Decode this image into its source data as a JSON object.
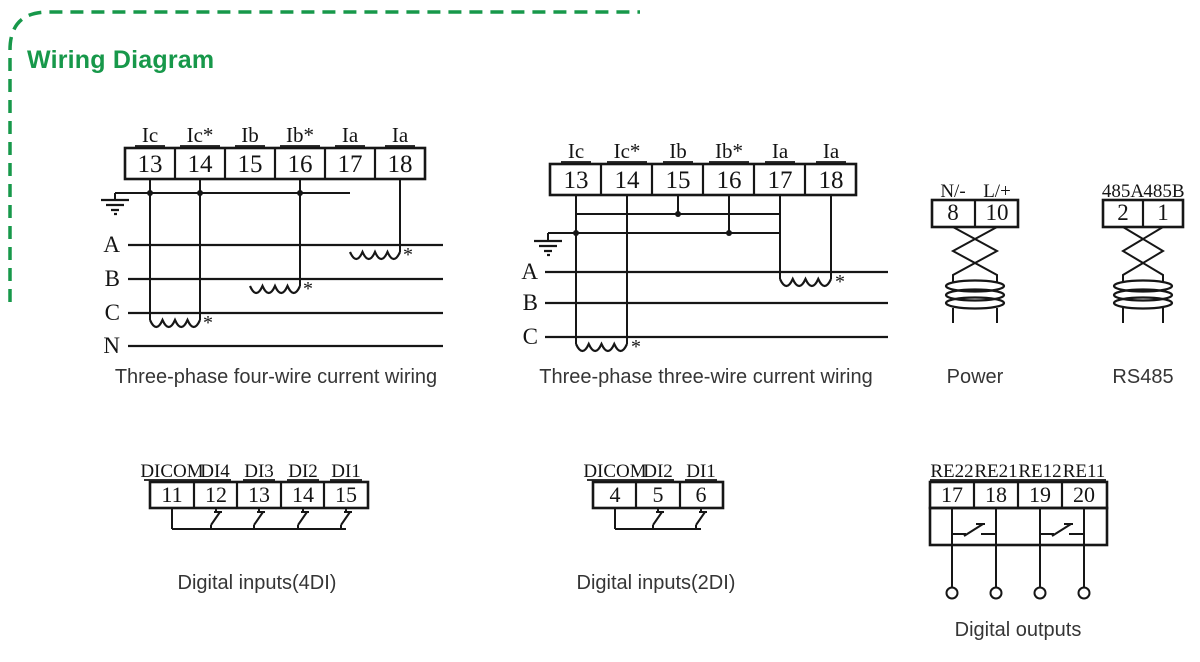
{
  "title": "Wiring Diagram",
  "colors": {
    "accent_green": "#17984a",
    "line": "#161616",
    "caption_text": "#353535"
  },
  "sym": {
    "asterisk": "*"
  },
  "diagrams": {
    "four_wire": {
      "caption": "Three-phase four-wire current wiring",
      "terminal_labels": [
        "Ic",
        "Ic*",
        "Ib",
        "Ib*",
        "Ia",
        "Ia"
      ],
      "terminals": [
        "13",
        "14",
        "15",
        "16",
        "17",
        "18"
      ],
      "phase_labels": [
        "A",
        "B",
        "C",
        "N"
      ]
    },
    "three_wire": {
      "caption": "Three-phase three-wire current wiring",
      "terminal_labels": [
        "Ic",
        "Ic*",
        "Ib",
        "Ib*",
        "Ia",
        "Ia"
      ],
      "terminals": [
        "13",
        "14",
        "15",
        "16",
        "17",
        "18"
      ],
      "phase_labels": [
        "A",
        "B",
        "C"
      ]
    },
    "power": {
      "caption": "Power",
      "terminal_labels": [
        "N/-",
        "L/+"
      ],
      "terminals": [
        "8",
        "10"
      ]
    },
    "rs485": {
      "caption": "RS485",
      "terminal_labels": [
        "485A",
        "485B"
      ],
      "terminals": [
        "2",
        "1"
      ]
    },
    "di4": {
      "caption": "Digital inputs(4DI)",
      "terminal_labels": [
        "DICOM",
        "DI4",
        "DI3",
        "DI2",
        "DI1"
      ],
      "terminals": [
        "11",
        "12",
        "13",
        "14",
        "15"
      ]
    },
    "di2": {
      "caption": "Digital inputs(2DI)",
      "terminal_labels": [
        "DICOM",
        "DI2",
        "DI1"
      ],
      "terminals": [
        "4",
        "5",
        "6"
      ]
    },
    "douts": {
      "caption": "Digital outputs",
      "terminal_labels": [
        "RE22",
        "RE21",
        "RE12",
        "RE11"
      ],
      "terminals": [
        "17",
        "18",
        "19",
        "20"
      ]
    }
  }
}
